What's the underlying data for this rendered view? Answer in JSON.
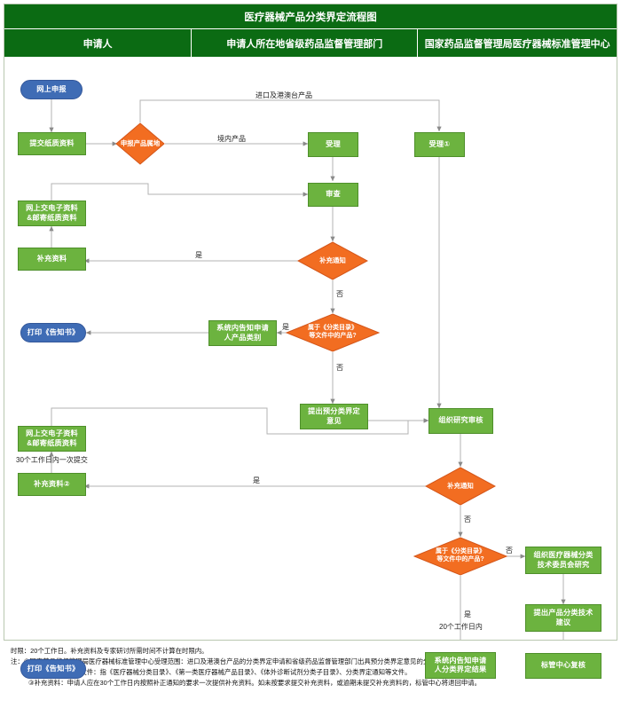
{
  "header": {
    "title": "医疗器械产品分类界定流程图",
    "lanes": [
      "申请人",
      "申请人所在地省级药品监督管理部门",
      "国家药品监督管理局医疗器械标准管理中心"
    ]
  },
  "colors": {
    "header_green": "#0b6b13",
    "process_green": "#6cb33f",
    "terminal_blue": "#3f6cb5",
    "decision_orange": "#f26d21",
    "connector_gray": "#b3b3b3",
    "frame_border": "#b9c7b0"
  },
  "nodes": {
    "online_apply": "网上申报",
    "submit_paper": "提交纸质资料",
    "product_locality": "申报产品属地",
    "accept_prov": "受理",
    "review_prov": "审查",
    "accept_center": "受理①",
    "supplement_notice_1": "补充通知",
    "online_submit_1": "网上交电子资料\n&邮寄纸质资料",
    "supplement_data_1": "补充资料",
    "belongs_catalog_1": "属于《分类目录》\n等文件中的产品?",
    "notify_category": "系统内告知申请\n人产品类别",
    "print_notice_1": "打印《告知书》",
    "pre_class_opinion": "提出预分类界定\n意见",
    "organize_review": "组织研究审核",
    "online_submit_2": "网上交电子资料\n&邮寄纸质资料",
    "supplement_data_2": "补充资料②",
    "supplement_notice_2": "补充通知",
    "belongs_catalog_2": "属于《分类目录》\n等文件中的产品?",
    "organize_committee": "组织医疗器械分类\n技术委员会研究",
    "tech_advice": "提出产品分类技术\n建议",
    "center_recheck": "标管中心复核",
    "notify_result": "系统内告知申请\n人分类界定结果",
    "print_notice_2": "打印《告知书》"
  },
  "edge_labels": {
    "import_hk": "进口及港澳台产品",
    "domestic": "境内产品",
    "yes_1": "是",
    "no_1": "否",
    "yes_2": "是",
    "no_2": "否",
    "yes_3": "是",
    "no_3": "否",
    "no_4": "否",
    "yes_4": "是",
    "submit_once_30": "30个工作日内一次提交",
    "within_20_days": "20个工作日内"
  },
  "notes": {
    "line_deadline": "时限：20个工作日。补充资料及专家研讨所需时间不计算在时限内。",
    "line_1": "注：①国家药品监督管理局医疗器械标准管理中心受理范围：进口及港澳台产品的分类界定申请和省级药品监督管理部门出具预分类界定意见的分类界定申请。",
    "line_2": "②《分类目录》等文件：指《医疗器械分类目录》、《第一类医疗器械产品目录》、《体外诊断试剂分类子目录》、分类界定通知等文件。",
    "line_3": "③补充资料：申请人应在30个工作日内按照补正通知的要求一次提供补充资料。如未按要求提交补充资料，或逾期未提交补充资料的，标管中心将退回申请。"
  }
}
